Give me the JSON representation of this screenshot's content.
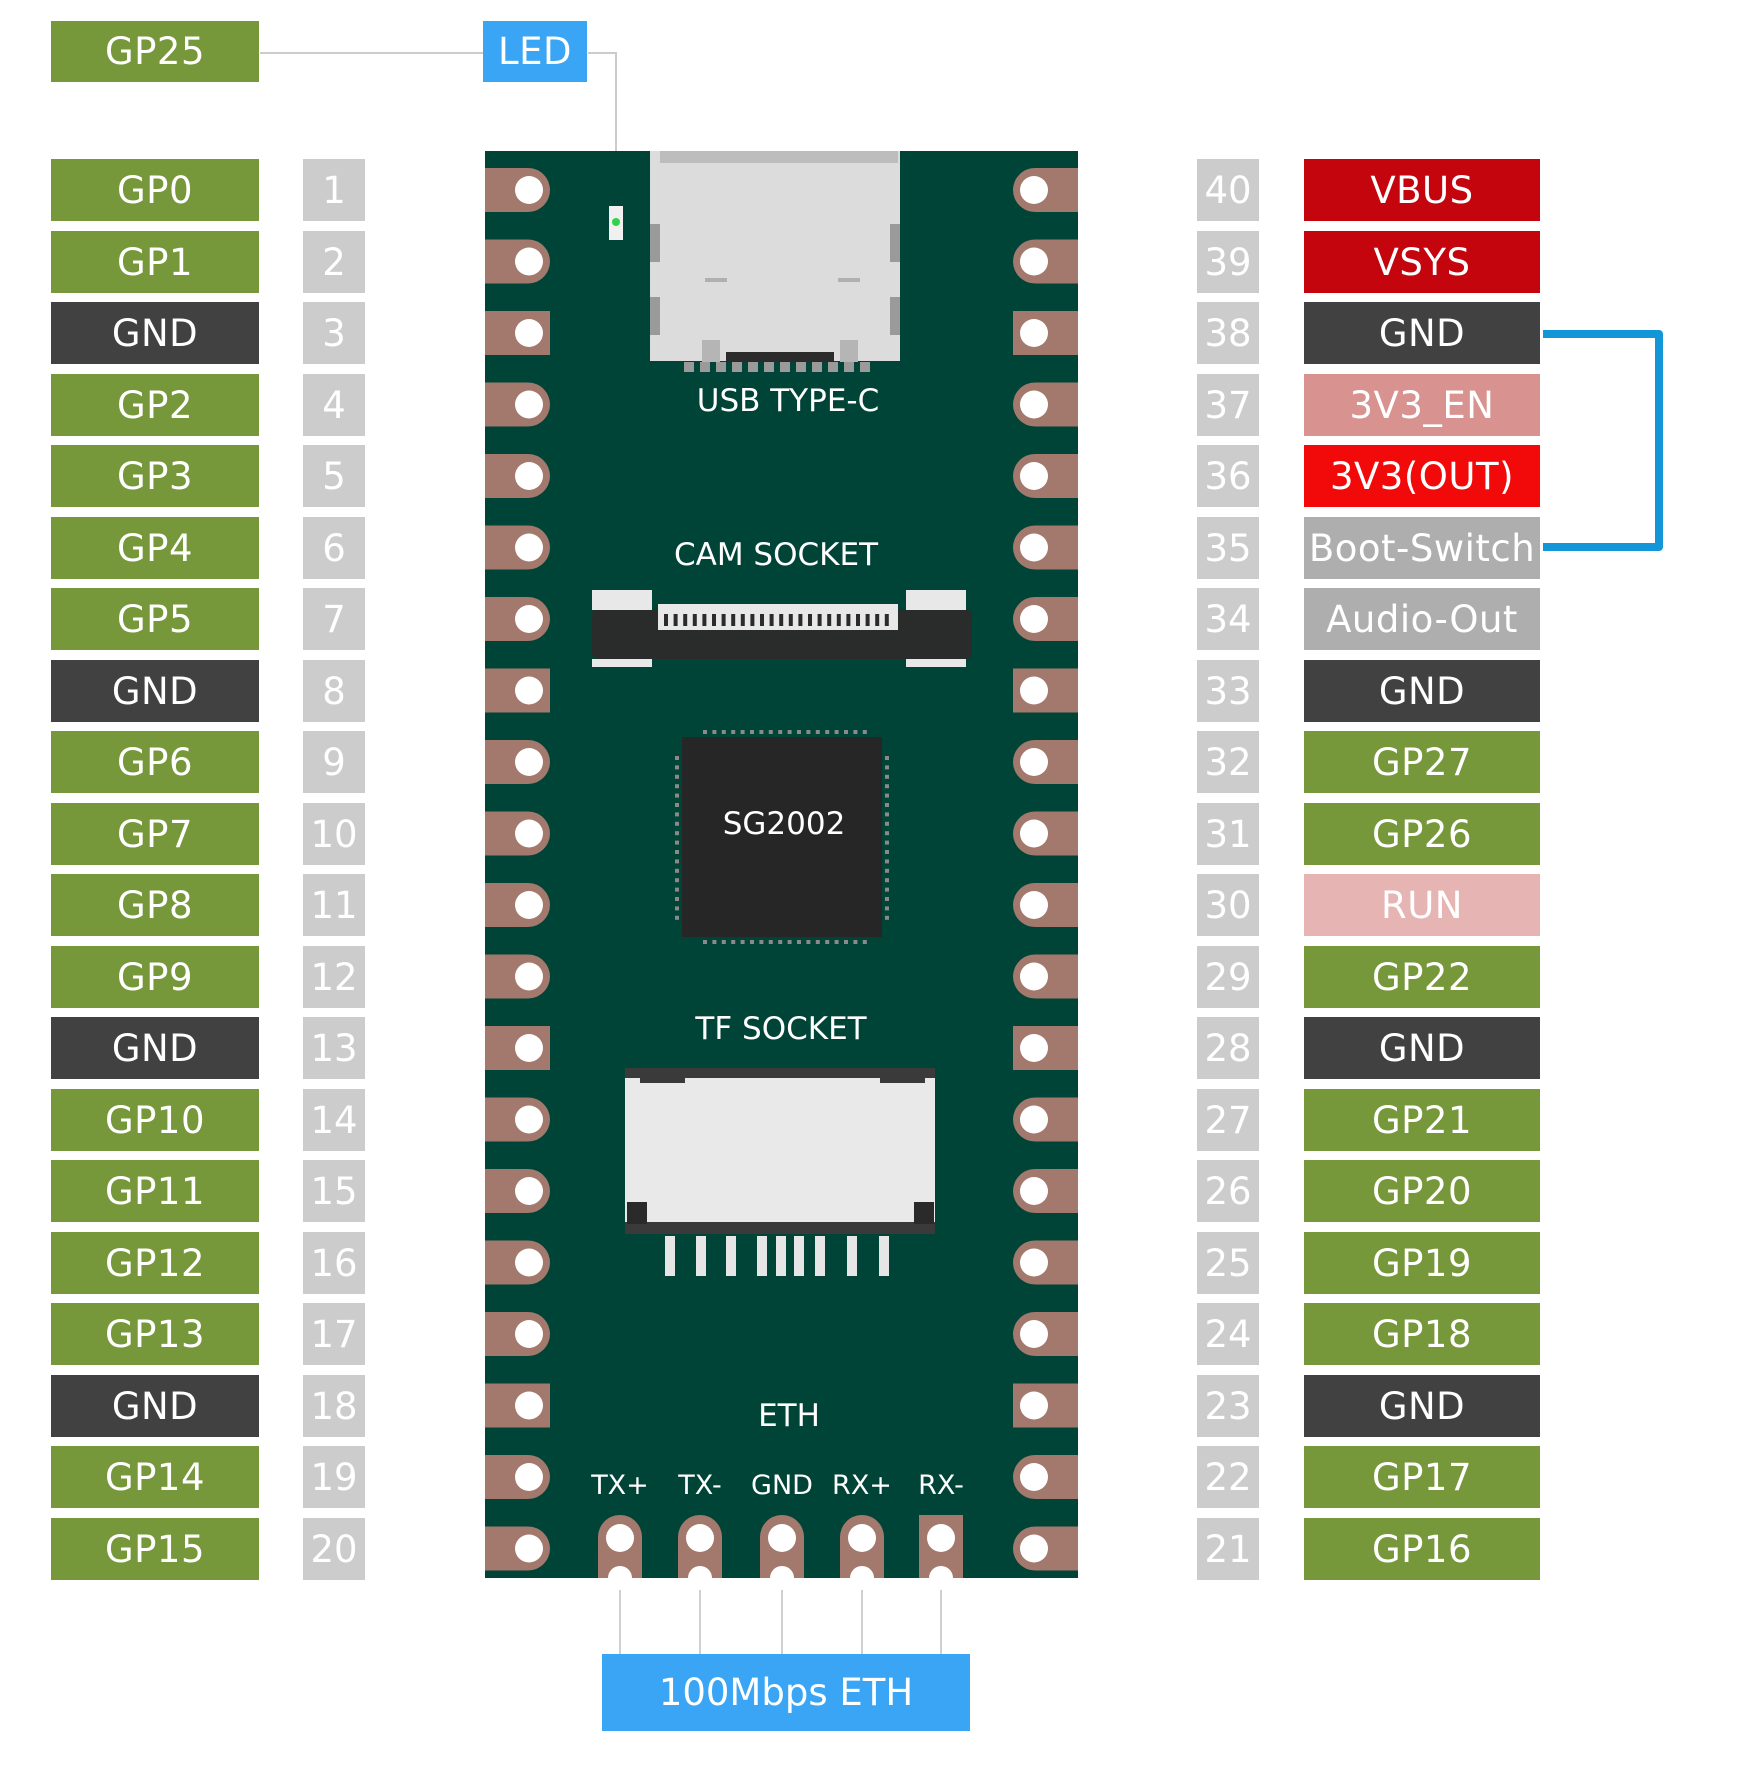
{
  "led": {
    "pin_label": "GP25",
    "label": "LED"
  },
  "left_pins": [
    {
      "num": "1",
      "label": "GP0",
      "type": "gpio"
    },
    {
      "num": "2",
      "label": "GP1",
      "type": "gpio"
    },
    {
      "num": "3",
      "label": "GND",
      "type": "gnd"
    },
    {
      "num": "4",
      "label": "GP2",
      "type": "gpio"
    },
    {
      "num": "5",
      "label": "GP3",
      "type": "gpio"
    },
    {
      "num": "6",
      "label": "GP4",
      "type": "gpio"
    },
    {
      "num": "7",
      "label": "GP5",
      "type": "gpio"
    },
    {
      "num": "8",
      "label": "GND",
      "type": "gnd"
    },
    {
      "num": "9",
      "label": "GP6",
      "type": "gpio"
    },
    {
      "num": "10",
      "label": "GP7",
      "type": "gpio"
    },
    {
      "num": "11",
      "label": "GP8",
      "type": "gpio"
    },
    {
      "num": "12",
      "label": "GP9",
      "type": "gpio"
    },
    {
      "num": "13",
      "label": "GND",
      "type": "gnd"
    },
    {
      "num": "14",
      "label": "GP10",
      "type": "gpio"
    },
    {
      "num": "15",
      "label": "GP11",
      "type": "gpio"
    },
    {
      "num": "16",
      "label": "GP12",
      "type": "gpio"
    },
    {
      "num": "17",
      "label": "GP13",
      "type": "gpio"
    },
    {
      "num": "18",
      "label": "GND",
      "type": "gnd"
    },
    {
      "num": "19",
      "label": "GP14",
      "type": "gpio"
    },
    {
      "num": "20",
      "label": "GP15",
      "type": "gpio"
    }
  ],
  "right_pins": [
    {
      "num": "40",
      "label": "VBUS",
      "type": "power"
    },
    {
      "num": "39",
      "label": "VSYS",
      "type": "power"
    },
    {
      "num": "38",
      "label": "GND",
      "type": "gnd"
    },
    {
      "num": "37",
      "label": "3V3_EN",
      "type": "enable"
    },
    {
      "num": "36",
      "label": "3V3(OUT)",
      "type": "out3v3"
    },
    {
      "num": "35",
      "label": "Boot-Switch",
      "type": "misc"
    },
    {
      "num": "34",
      "label": "Audio-Out",
      "type": "misc"
    },
    {
      "num": "33",
      "label": "GND",
      "type": "gnd"
    },
    {
      "num": "32",
      "label": "GP27",
      "type": "gpio"
    },
    {
      "num": "31",
      "label": "GP26",
      "type": "gpio"
    },
    {
      "num": "30",
      "label": "RUN",
      "type": "run"
    },
    {
      "num": "29",
      "label": "GP22",
      "type": "gpio"
    },
    {
      "num": "28",
      "label": "GND",
      "type": "gnd"
    },
    {
      "num": "27",
      "label": "GP21",
      "type": "gpio"
    },
    {
      "num": "26",
      "label": "GP20",
      "type": "gpio"
    },
    {
      "num": "25",
      "label": "GP19",
      "type": "gpio"
    },
    {
      "num": "24",
      "label": "GP18",
      "type": "gpio"
    },
    {
      "num": "23",
      "label": "GND",
      "type": "gnd"
    },
    {
      "num": "22",
      "label": "GP17",
      "type": "gpio"
    },
    {
      "num": "21",
      "label": "GP16",
      "type": "gpio"
    }
  ],
  "board": {
    "usb_label": "USB TYPE-C",
    "cam_label": "CAM SOCKET",
    "chip_label": "SG2002",
    "tf_label": "TF SOCKET",
    "eth_label": "ETH",
    "eth_pins": [
      "TX+",
      "TX-",
      "GND",
      "RX+",
      "RX-"
    ]
  },
  "eth_box": {
    "label": "100Mbps ETH"
  },
  "colors": {
    "gpio": "#76973a",
    "gnd": "#414141",
    "power": "#c4050d",
    "enable": "#d8928f",
    "out3v3": "#f20a0a",
    "misc": "#aeaeae",
    "run": "#e7b4b4",
    "number": "#cccccc",
    "blue": "#3aa5f4",
    "board": "#004438",
    "pad": "#a2796c",
    "bracket": "#1396d8"
  }
}
